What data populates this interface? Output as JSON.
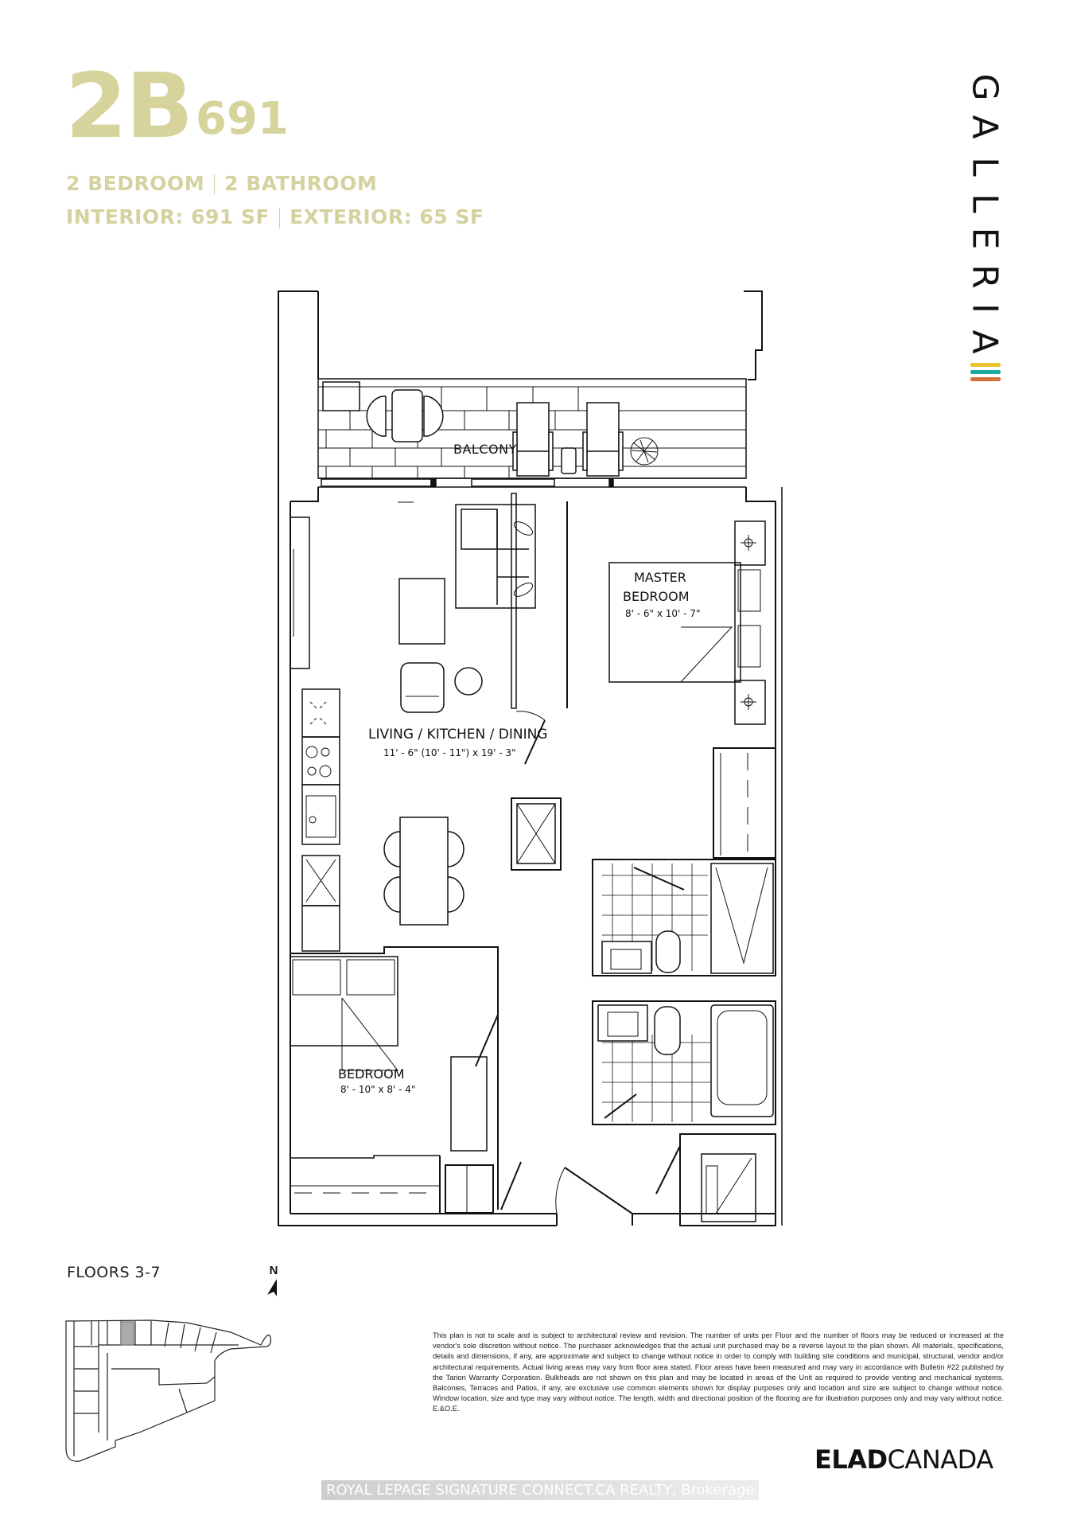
{
  "header": {
    "unit_code": "2B",
    "unit_number": "691",
    "bedrooms": "2 BEDROOM",
    "bathrooms": "2 BATHROOM",
    "interior": "INTERIOR: 691 SF",
    "exterior": "EXTERIOR: 65 SF",
    "accent_color": "#d6d49c"
  },
  "brand": {
    "logo_text": "GALLERIA",
    "logo_letters": [
      "G",
      "A",
      "L",
      "L",
      "E",
      "R",
      "I",
      "A"
    ],
    "logo_stripes": [
      "#e8c531",
      "#1ea9a0",
      "#d2703a"
    ]
  },
  "floorplan": {
    "rooms": [
      {
        "name": "BALCONY",
        "dimensions": ""
      },
      {
        "name": "MASTER",
        "name_line2": "BEDROOM",
        "dimensions": "8' - 6\" x 10' - 7\""
      },
      {
        "name": "LIVING / KITCHEN / DINING",
        "dimensions": "11' - 6\" (10' - 11\") x 19' - 3\""
      },
      {
        "name": "BEDROOM",
        "dimensions": "8' - 10\" x 8' - 4\""
      }
    ]
  },
  "footer": {
    "floors_label": "FLOORS 3-7",
    "north_label": "N",
    "disclaimer": "This plan is not to scale and is subject to architectural review and revision. The number of units per Floor and the number of floors may be reduced or increased at the vendor's sole discretion without notice. The purchaser acknowledges that the actual unit purchased may be a reverse layout to the plan shown. All materials, specifications, details and dimensions, if any, are approximate and subject to change without notice in order to comply with building site conditions and municipal, structural, vendor and/or architectural requirements. Actual living areas may vary from floor area stated. Floor areas have been measured and may vary in accordance with Bulletin #22 published by the Tarion Warranty Corporation. Bulkheads are not shown on this plan and may be located in areas of the Unit as required to provide venting and mechanical systems. Balconies, Terraces and Patios, if any, are exclusive use common elements shown for display purposes only and location and size are subject to change without notice. Window location, size and type may vary without notice. The length, width and directional position of the flooring are for illustration purposes only and may vary without notice. E.&O.E.",
    "developer_bold": "ELAD",
    "developer_light": "CANADA",
    "watermark": "ROYAL LEPAGE SIGNATURE CONNECT.CA REALTY, Brokerage"
  }
}
